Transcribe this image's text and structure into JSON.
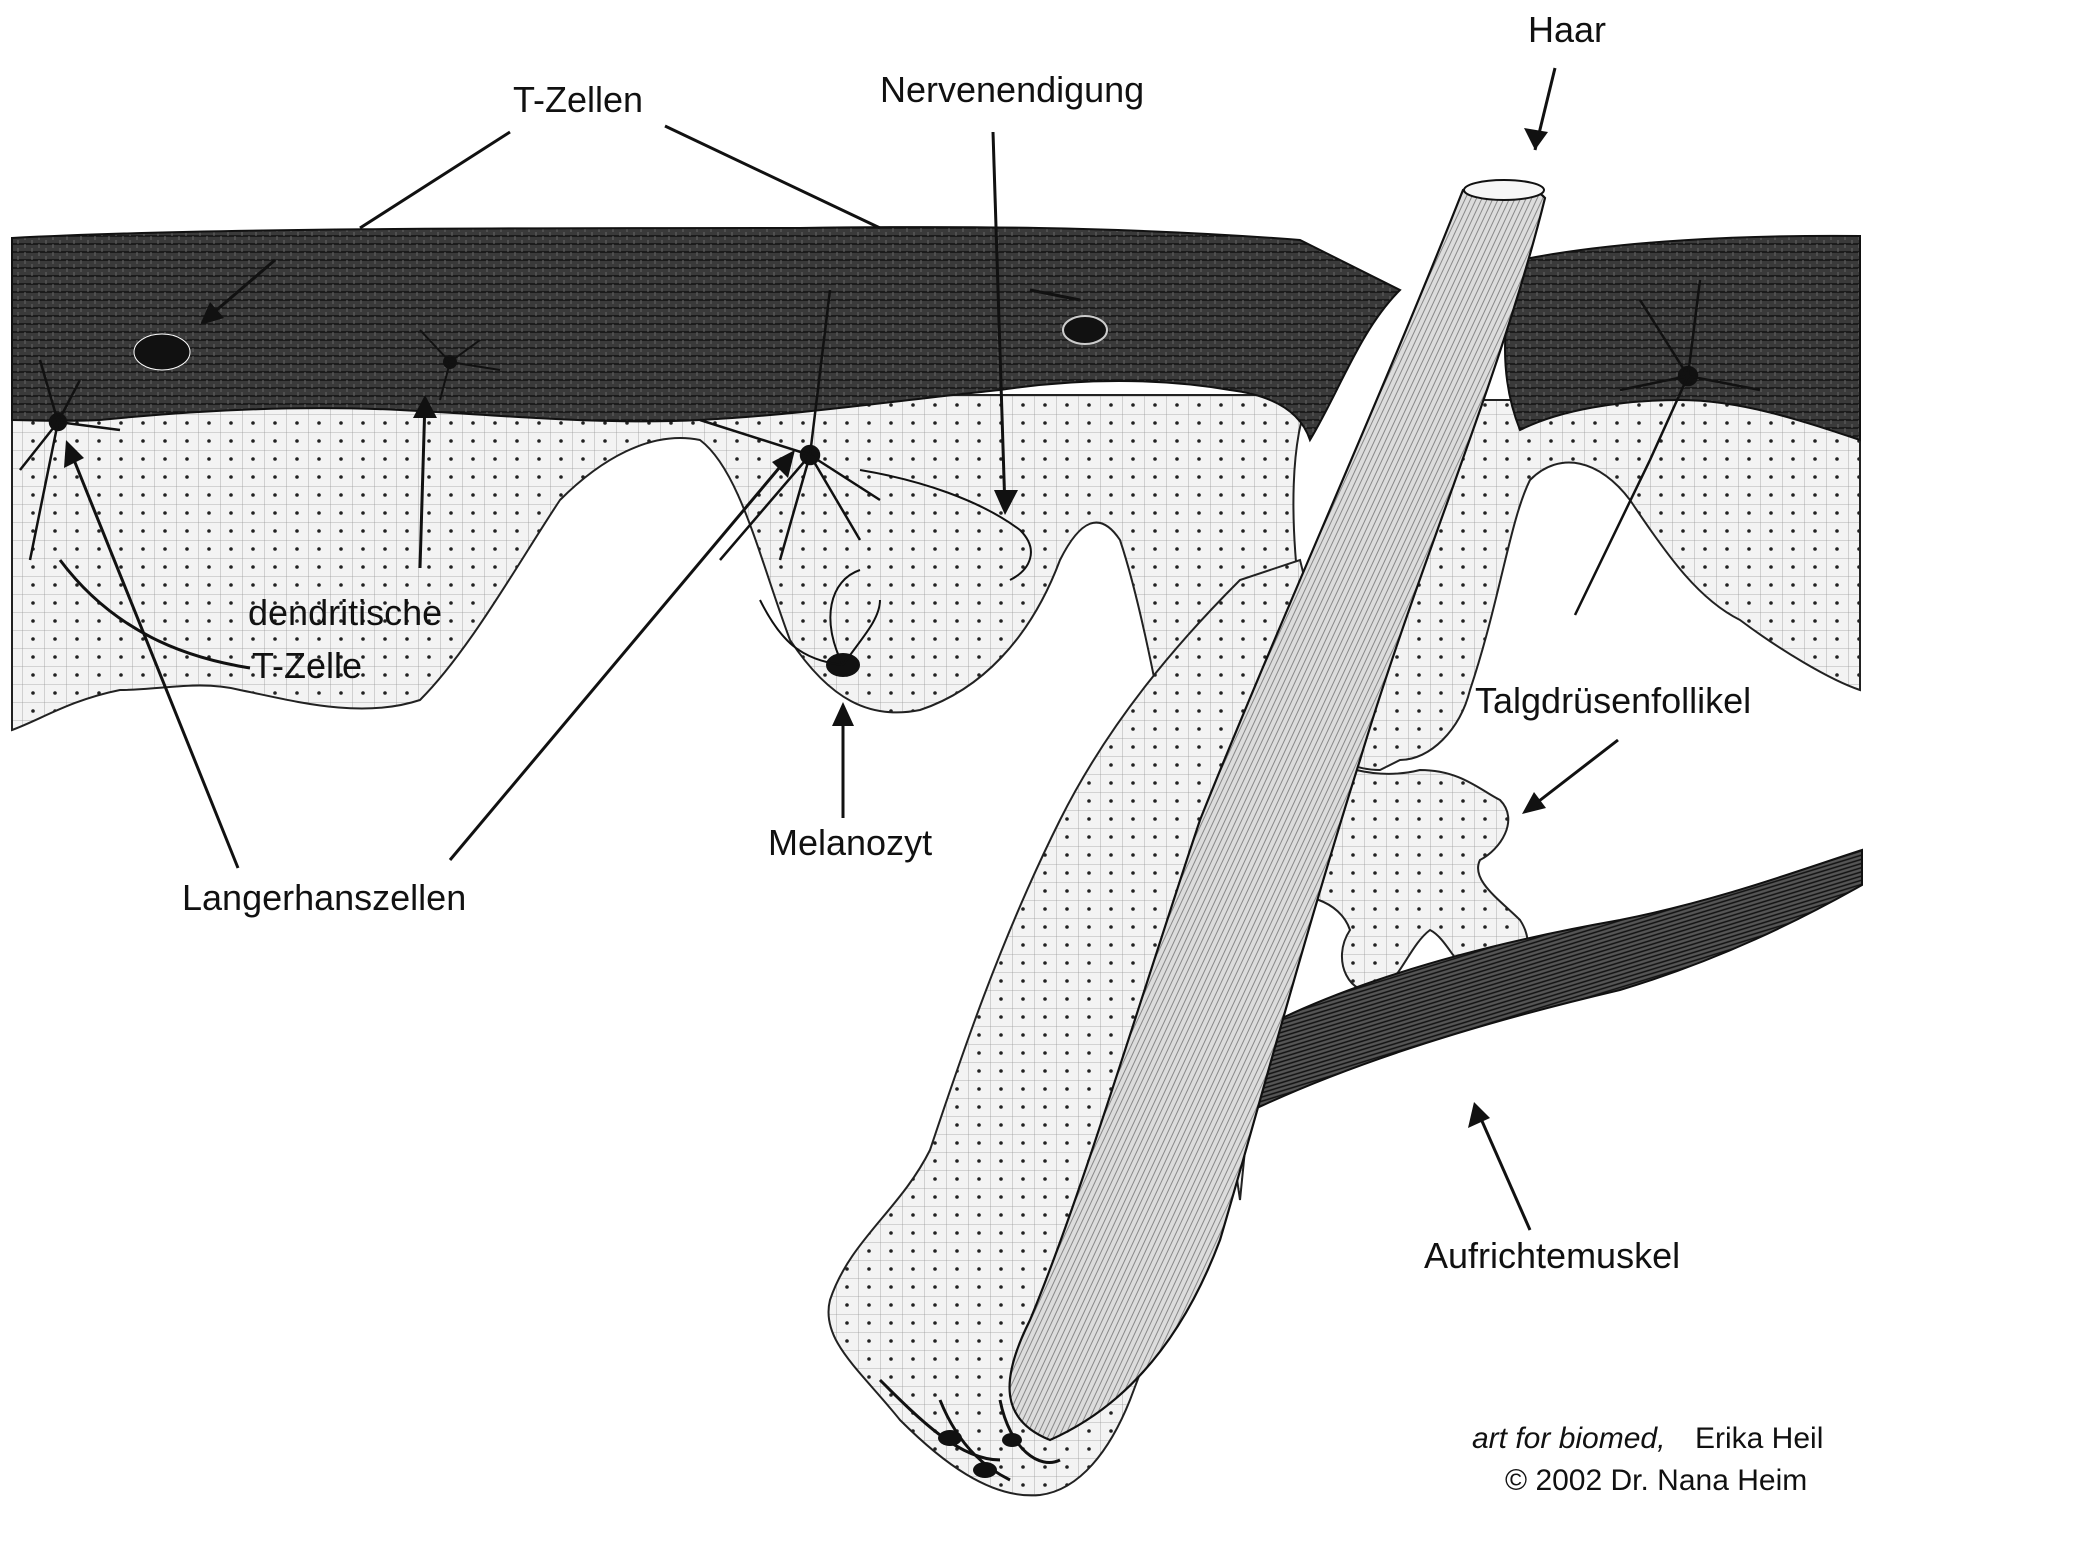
{
  "labels": {
    "haar": "Haar",
    "t_zellen": "T-Zellen",
    "nervenendigung": "Nervenendigung",
    "dendritische_line1": "dendritische",
    "dendritische_line2": "T-Zelle",
    "talgdruesenfollikel": "Talgdrüsenfollikel",
    "melanozyt": "Melanozyt",
    "langerhanszellen": "Langerhanszellen",
    "aufrichtemuskel": "Aufrichtemuskel"
  },
  "credit": {
    "art": "art for biomed,",
    "artist": " Erika Heil",
    "copyright": "© 2002 Dr. Nana Heim"
  },
  "colors": {
    "ink": "#111111",
    "stratum_dark": "#2a2a2a",
    "tissue_light": "#f4f4f4",
    "page_bg": "#ffffff"
  }
}
